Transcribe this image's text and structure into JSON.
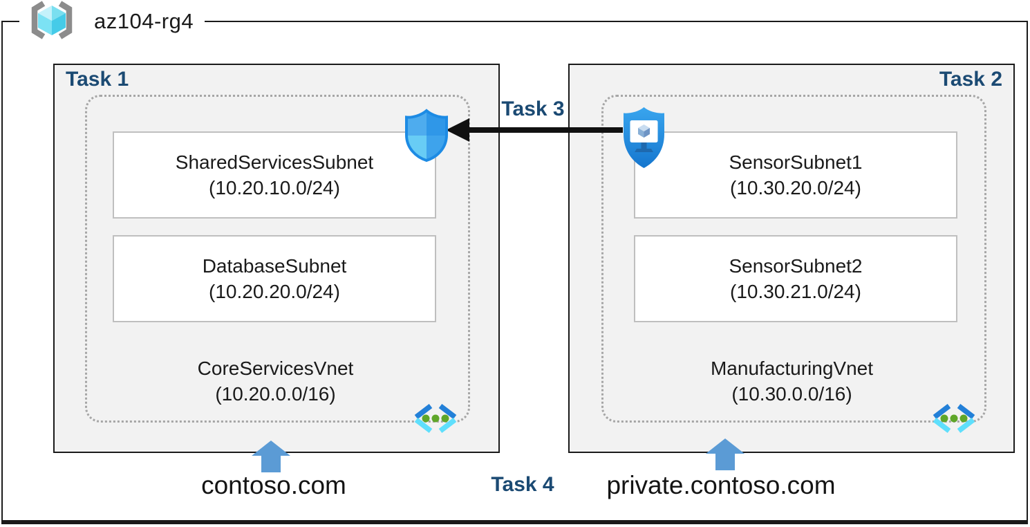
{
  "resource_group": {
    "name": "az104-rg4"
  },
  "left_group": {
    "task_label": "Task 1",
    "vnet": {
      "name": "CoreServicesVnet",
      "cidr": "(10.20.0.0/16)"
    },
    "subnets": [
      {
        "name": "SharedServicesSubnet",
        "cidr": "(10.20.10.0/24)"
      },
      {
        "name": "DatabaseSubnet",
        "cidr": "(10.20.20.0/24)"
      }
    ],
    "dns_label": "contoso.com"
  },
  "right_group": {
    "task_label": "Task 2",
    "vnet": {
      "name": "ManufacturingVnet",
      "cidr": "(10.30.0.0/16)"
    },
    "subnets": [
      {
        "name": "SensorSubnet1",
        "cidr": "(10.30.20.0/24)"
      },
      {
        "name": "SensorSubnet2",
        "cidr": "(10.30.21.0/24)"
      }
    ],
    "dns_label": "private.contoso.com"
  },
  "annotations": {
    "task3_label": "Task 3",
    "task4_label": "Task 4"
  },
  "icons": {
    "resource_group": "resource-group-icon",
    "nsg": "network-security-group-shield-icon",
    "bastion": "bastion-shield-icon",
    "virtual_network": "virtual-network-icon",
    "dns_pointer": "up-arrow-icon",
    "peering_pointer": "left-arrow-icon"
  },
  "colors": {
    "task_label_navy": "#1B4A73",
    "dns_arrow_blue": "#5B9BD5",
    "box_fill": "#F2F2F2",
    "box_border": "#1A1A1A",
    "dotted_border": "#A6A6A6",
    "subnet_border": "#BFBFBF",
    "arrow_black": "#111111"
  }
}
